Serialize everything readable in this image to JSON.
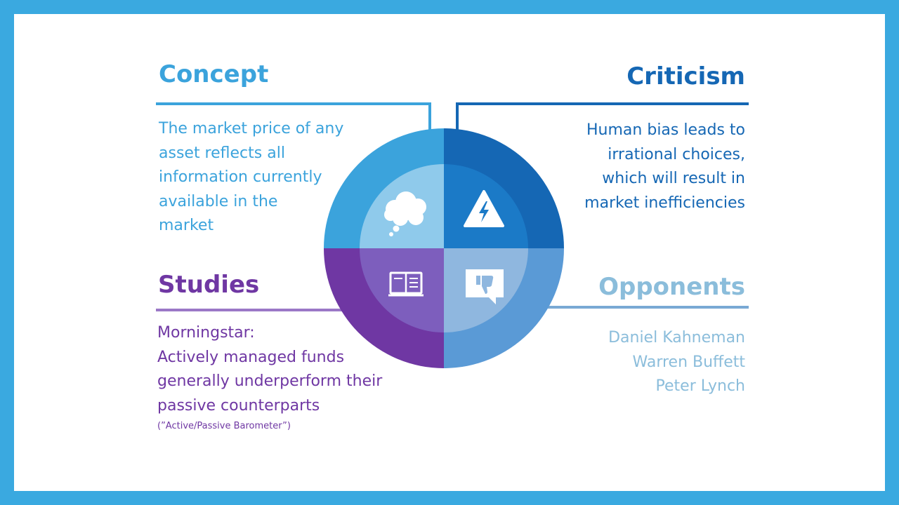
{
  "colors": {
    "frame": "#3aa9e0",
    "concept": "#3ba3dc",
    "criticism": "#1567b4",
    "studies": "#6f37a3",
    "opponents": "#8bbddb",
    "center_disc": "#dfe4ee"
  },
  "concept": {
    "heading": "Concept",
    "lines": [
      "The market price of any",
      "asset reflects all",
      "information currently",
      "available in the",
      "market"
    ],
    "icon": "thought-cloud-icon"
  },
  "criticism": {
    "heading": "Criticism",
    "lines": [
      "Human bias leads to",
      "irrational choices,",
      "which will result in",
      "market inefficiencies"
    ],
    "icon": "warning-bolt-icon"
  },
  "studies": {
    "heading": "Studies",
    "lines": [
      "Morningstar:",
      "Actively managed funds",
      "generally underperform their",
      "passive counterparts"
    ],
    "note": "(”Active/Passive  Barometer”)",
    "icon": "open-book-icon"
  },
  "opponents": {
    "heading": "Opponents",
    "lines": [
      "Daniel Kahneman",
      "Warren Buffett",
      "Peter Lynch"
    ],
    "icon": "thumbs-down-bubble-icon"
  }
}
